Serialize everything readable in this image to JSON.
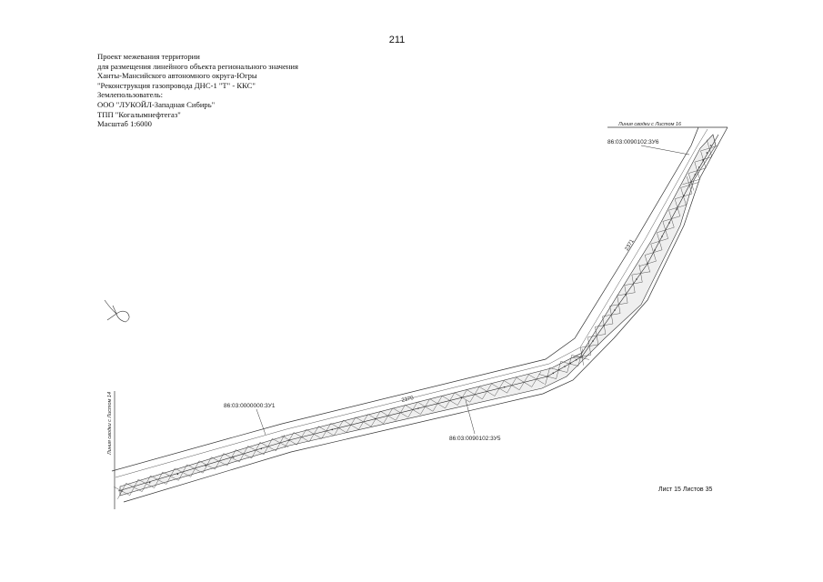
{
  "page_number": "211",
  "title_lines": [
    "Проект межевания территории",
    "для размещения линейного объекта регионального значения",
    "Ханты-Мансийского автономного округа-Югры",
    "\"Реконструкция газопровода ДНС-1 \"Т\" - ККС\"",
    "Землепользователь:",
    "ООО \"ЛУКОЙЛ-Западная Сибирь\"",
    "ТПП \"Когалымнефтегаз\"",
    "Масштаб 1:6000"
  ],
  "map_labels": {
    "match_line_top": "Линия сводки с Листом 16",
    "match_line_left": "Линия сводки с Листом 14",
    "parcel_top": "86:03:0090102:3У6",
    "parcel_left": "86:03:0000000:3У1",
    "parcel_bottom": "86:03:0090102:3У5",
    "segment_upper": "2371",
    "segment_lower": "2370"
  },
  "sheet_label": "Лист 15 Листов 35"
}
